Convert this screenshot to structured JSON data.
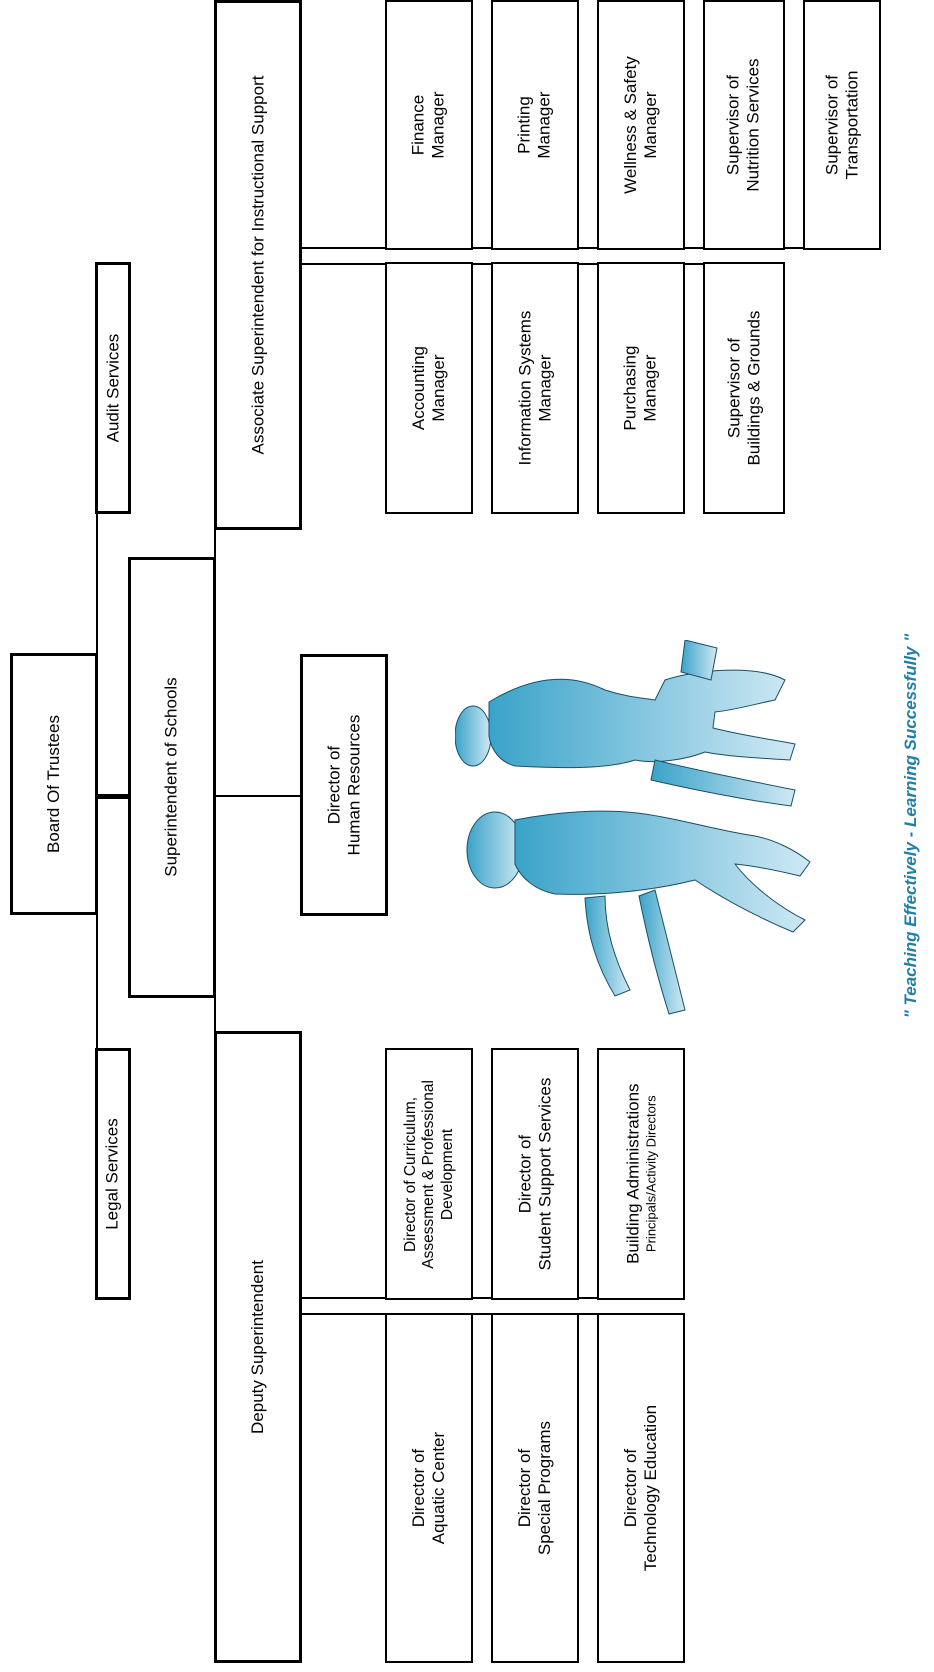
{
  "chart": {
    "board": "Board Of Trustees",
    "superintendent": "Superintendent of Schools",
    "legal": "Legal Services",
    "audit": "Audit Services",
    "hr": "Director of\nHuman Resources",
    "deputy": "Deputy Superintendent",
    "associate": "Associate Superintendent for Instructional Support",
    "deputy_reports": {
      "curriculum": "Director of Curriculum,\nAssessment & Professional\nDevelopment",
      "student_support": "Director of\nStudent Support Services",
      "building_admin": "Building Administrations",
      "building_admin_sub": "Principals/Activity Directors",
      "aquatic": "Director of\nAquatic Center",
      "special_programs": "Director of\nSpecial Programs",
      "tech_ed": "Director of\nTechnology Education"
    },
    "associate_reports": {
      "accounting": "Accounting\nManager",
      "info_systems": "Information Systems\nManager",
      "purchasing": "Purchasing\nManager",
      "buildings": "Supervisor of\nBuildings & Grounds",
      "finance": "Finance\nManager",
      "printing": "Printing\nManager",
      "wellness": "Wellness & Safety\nManager",
      "nutrition": "Supervisor of\nNutrition Services",
      "transportation": "Supervisor of\nTransportation"
    },
    "motto": "\" Teaching Effectively - Learning Successfully \"",
    "colors": {
      "illustration_light": "#cfe9f4",
      "illustration_dark": "#3aa3c9",
      "motto": "#1f7fa8"
    }
  }
}
